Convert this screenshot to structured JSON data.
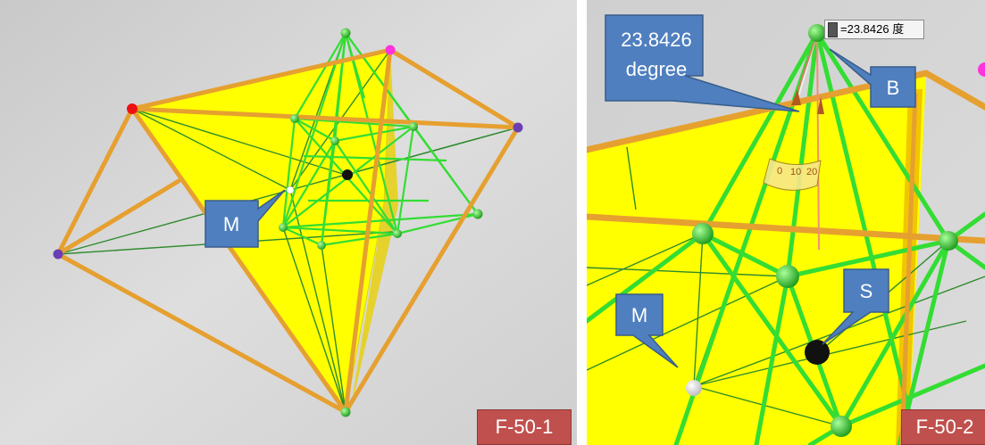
{
  "panel1": {
    "callout_m": "M",
    "figure_label": "F-50-1"
  },
  "panel2": {
    "angle_callout_line1": "23.8426",
    "angle_callout_line2": "degree",
    "tooltip_value": "=23.8426 度",
    "callout_b": "B",
    "callout_s": "S",
    "callout_m": "M",
    "protractor_ticks": [
      "0",
      "10",
      "20"
    ],
    "figure_label": "F-50-2"
  },
  "colors": {
    "background": "#d5d5d5",
    "plane": "#ffff00",
    "orange_edge": "#e6a030",
    "green_edge": "#33cc33",
    "callout": "#4f7fbf",
    "figure_label": "#c0504d"
  }
}
